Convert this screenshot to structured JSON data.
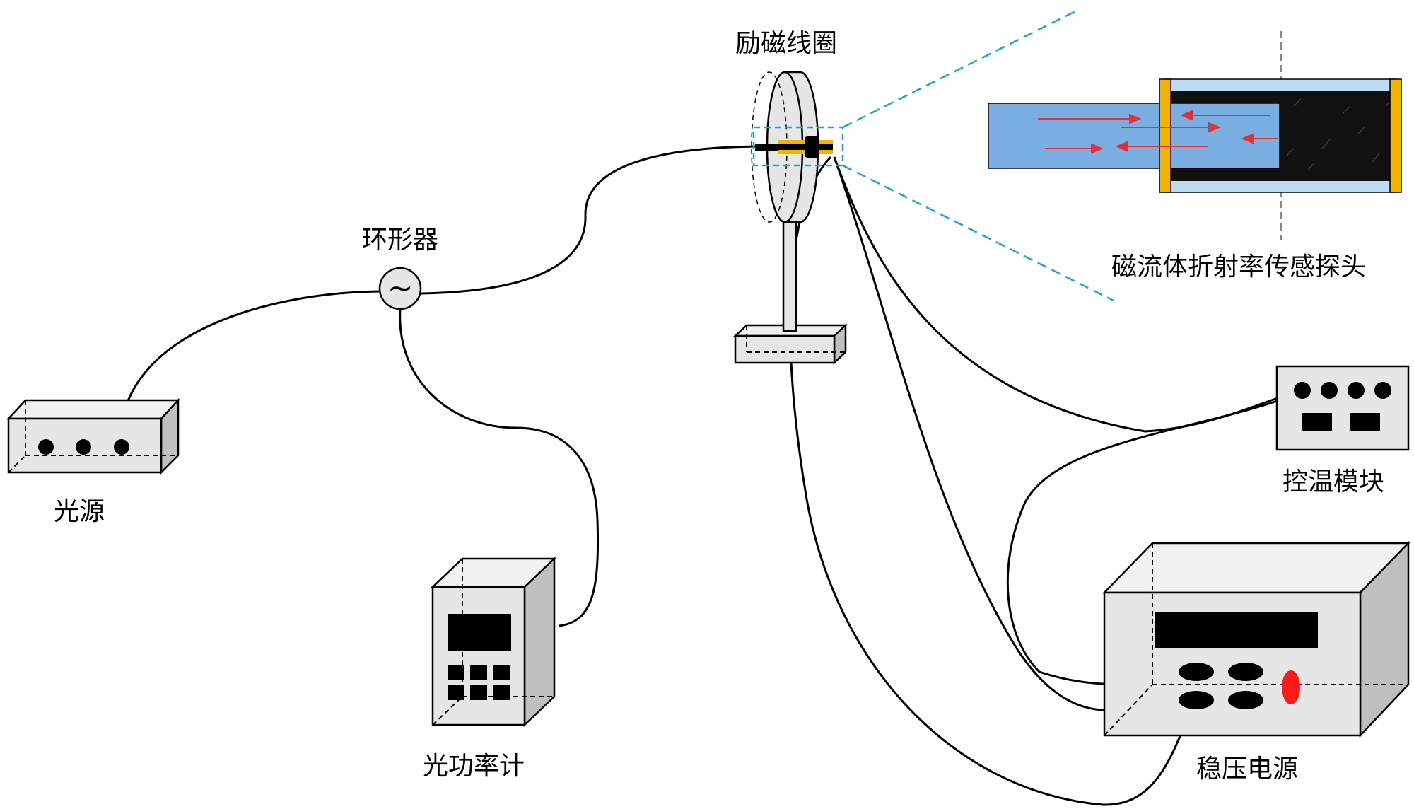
{
  "labels": {
    "light_source": "光源",
    "circulator": "环形器",
    "power_meter": "光功率计",
    "excitation_coil": "励磁线圈",
    "probe": "磁流体折射率传感探头",
    "temp_control": "控温模块",
    "power_supply": "稳压电源"
  },
  "circulator_symbol": "~",
  "colors": {
    "fiber_blue": "#7aaee0",
    "ferrofluid_black": "#111111",
    "capillary_light_blue": "#bcdcf5",
    "end_cap_gold": "#f2b400",
    "arrow_red": "#e0303a",
    "zoom_line_cyan": "#1aa7d8",
    "indicator_red": "#ff1a1a",
    "device_gray": "#e6e6e6",
    "device_side_gray": "#bfbfbf"
  }
}
